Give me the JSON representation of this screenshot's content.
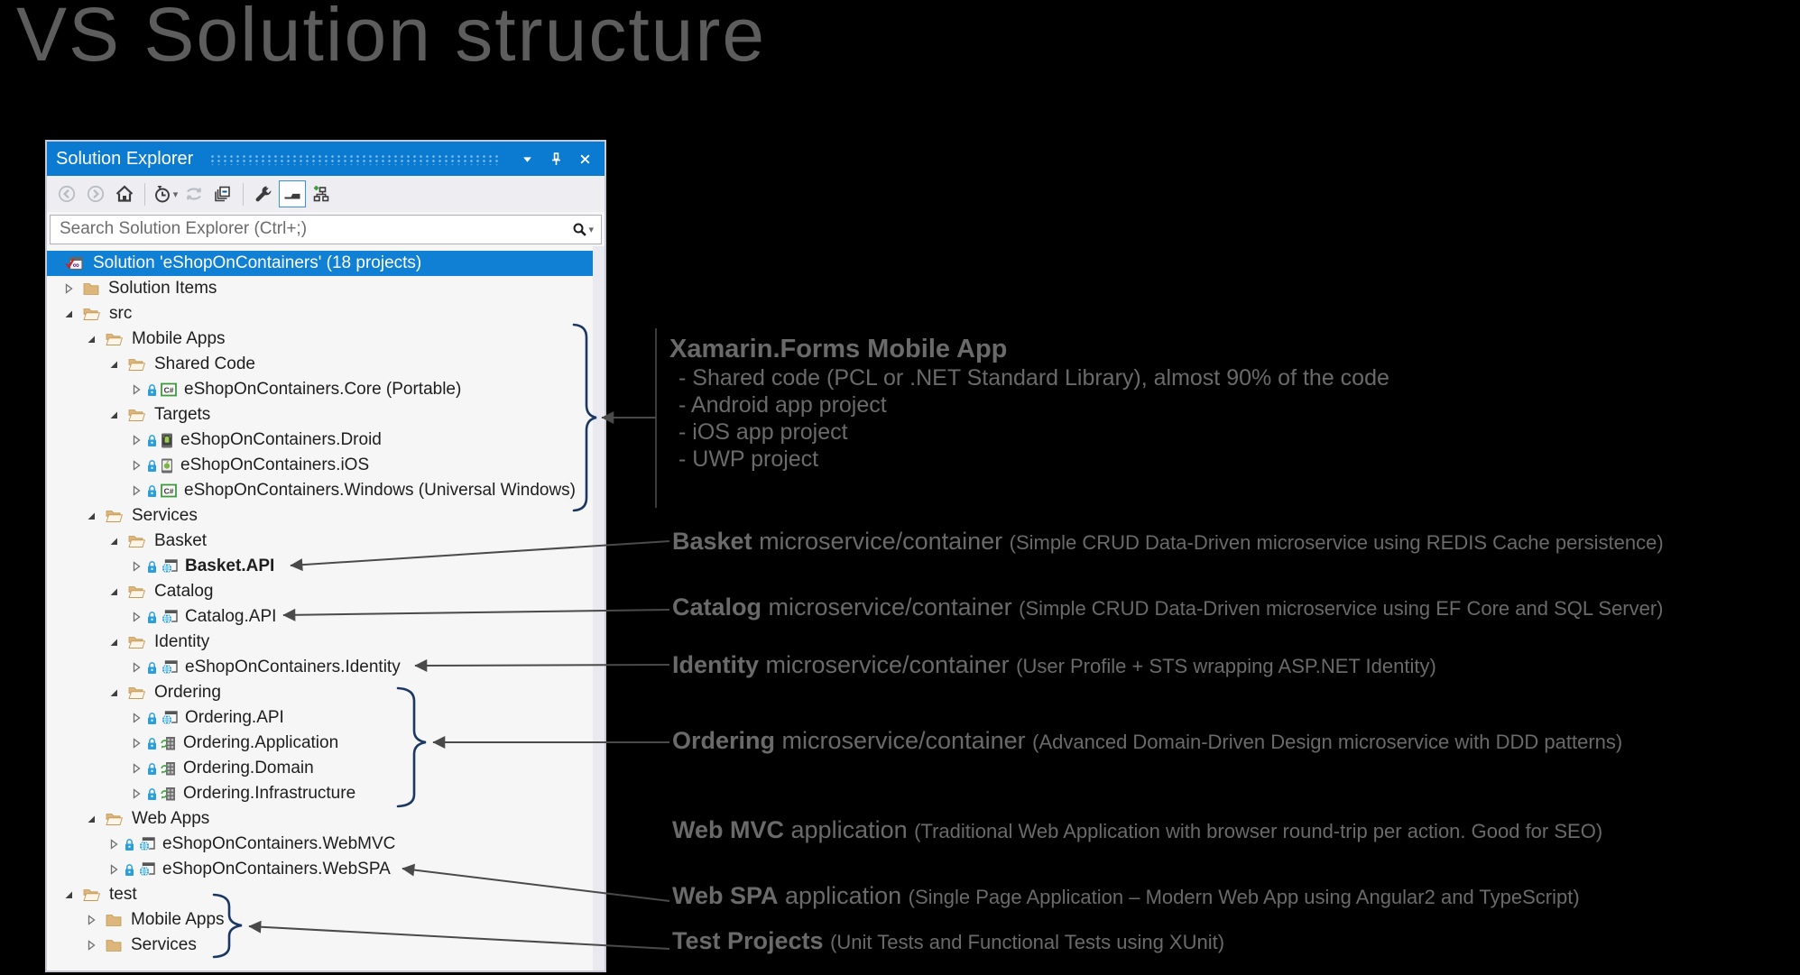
{
  "page_title": "VS Solution structure",
  "colors": {
    "titlebar": "#0b7ad1",
    "selection": "#1080d4",
    "folder": "#dcb67a",
    "annotation": "#6a6a6a",
    "brace": "#1b3763",
    "arrow": "#4a4a4a",
    "panel_bg": "#f6f6f6",
    "toolbar_bg": "#eeeef2"
  },
  "panel": {
    "title": "Solution Explorer",
    "titlebar_icons": [
      "chevron-down-icon",
      "pin-icon",
      "close-icon"
    ],
    "toolbar": [
      {
        "name": "back",
        "icon": "back",
        "disabled": true
      },
      {
        "name": "forward",
        "icon": "forward",
        "disabled": true
      },
      {
        "name": "home",
        "icon": "home"
      },
      {
        "sep": true
      },
      {
        "name": "pending-changes-filter",
        "icon": "clock",
        "dropdown": true
      },
      {
        "name": "sync-with-active-document",
        "icon": "sync",
        "disabled": true
      },
      {
        "name": "collapse-all",
        "icon": "collapse"
      },
      {
        "sep": true
      },
      {
        "name": "properties",
        "icon": "wrench"
      },
      {
        "name": "show-all-files",
        "icon": "showall",
        "selected": true
      },
      {
        "name": "new-diagram",
        "icon": "diagram"
      }
    ],
    "search": {
      "placeholder": "Search Solution Explorer (Ctrl+;)",
      "icons": [
        "search-icon",
        "caret-down-icon"
      ]
    },
    "tree": [
      {
        "label": "Solution 'eShopOnContainers' (18 projects)",
        "level": 0,
        "icon": "solution",
        "expander": "none",
        "selected": true
      },
      {
        "label": "Solution Items",
        "level": 1,
        "icon": "folder-closed",
        "expander": "collapsed"
      },
      {
        "label": "src",
        "level": 1,
        "icon": "folder-open",
        "expander": "expanded"
      },
      {
        "label": "Mobile Apps",
        "level": 2,
        "icon": "folder-open",
        "expander": "expanded"
      },
      {
        "label": "Shared Code",
        "level": 3,
        "icon": "folder-open",
        "expander": "expanded"
      },
      {
        "label": "eShopOnContainers.Core (Portable)",
        "level": 4,
        "icon": "csharp",
        "expander": "collapsed",
        "lock": true
      },
      {
        "label": "Targets",
        "level": 3,
        "icon": "folder-open",
        "expander": "expanded"
      },
      {
        "label": "eShopOnContainers.Droid",
        "level": 4,
        "icon": "droid",
        "expander": "collapsed",
        "lock": true
      },
      {
        "label": "eShopOnContainers.iOS",
        "level": 4,
        "icon": "ios",
        "expander": "collapsed",
        "lock": true
      },
      {
        "label": "eShopOnContainers.Windows (Universal Windows)",
        "level": 4,
        "icon": "csharp",
        "expander": "collapsed",
        "lock": true
      },
      {
        "label": "Services",
        "level": 2,
        "icon": "folder-open",
        "expander": "expanded"
      },
      {
        "label": "Basket",
        "level": 3,
        "icon": "folder-open",
        "expander": "expanded"
      },
      {
        "label": "Basket.API",
        "level": 4,
        "icon": "web",
        "expander": "collapsed",
        "lock": true,
        "bold": true
      },
      {
        "label": "Catalog",
        "level": 3,
        "icon": "folder-open",
        "expander": "expanded"
      },
      {
        "label": "Catalog.API",
        "level": 4,
        "icon": "web",
        "expander": "collapsed",
        "lock": true
      },
      {
        "label": "Identity",
        "level": 3,
        "icon": "folder-open",
        "expander": "expanded"
      },
      {
        "label": "eShopOnContainers.Identity",
        "level": 4,
        "icon": "web",
        "expander": "collapsed",
        "lock": true
      },
      {
        "label": "Ordering",
        "level": 3,
        "icon": "folder-open",
        "expander": "expanded"
      },
      {
        "label": "Ordering.API",
        "level": 4,
        "icon": "web",
        "expander": "collapsed",
        "lock": true
      },
      {
        "label": "Ordering.Application",
        "level": 4,
        "icon": "lib",
        "expander": "collapsed",
        "lock": true
      },
      {
        "label": "Ordering.Domain",
        "level": 4,
        "icon": "lib",
        "expander": "collapsed",
        "lock": true
      },
      {
        "label": "Ordering.Infrastructure",
        "level": 4,
        "icon": "lib",
        "expander": "collapsed",
        "lock": true
      },
      {
        "label": "Web Apps",
        "level": 2,
        "icon": "folder-open",
        "expander": "expanded"
      },
      {
        "label": "eShopOnContainers.WebMVC",
        "level": 3,
        "icon": "web",
        "expander": "collapsed",
        "lock": true
      },
      {
        "label": "eShopOnContainers.WebSPA",
        "level": 3,
        "icon": "web",
        "expander": "collapsed",
        "lock": true
      },
      {
        "label": "test",
        "level": 1,
        "icon": "folder-open",
        "expander": "expanded"
      },
      {
        "label": "Mobile Apps",
        "level": 2,
        "icon": "folder-closed",
        "expander": "collapsed"
      },
      {
        "label": "Services",
        "level": 2,
        "icon": "folder-closed",
        "expander": "collapsed"
      }
    ]
  },
  "annotations": [
    {
      "id": "xamarin",
      "heading": "Xamarin.Forms Mobile App",
      "bullets": [
        "- Shared code (PCL or .NET Standard Library), almost 90% of the code",
        "- Android app project",
        "- iOS app project",
        "- UWP project"
      ]
    },
    {
      "id": "basket",
      "bold": "Basket",
      "mid": "microservice/container",
      "paren": "(Simple CRUD Data-Driven microservice using REDIS Cache persistence)"
    },
    {
      "id": "catalog",
      "bold": "Catalog",
      "mid": "microservice/container",
      "paren": "(Simple CRUD Data-Driven microservice using EF Core and SQL Server)"
    },
    {
      "id": "identity",
      "bold": "Identity",
      "mid": "microservice/container",
      "paren": "(User Profile + STS wrapping ASP.NET Identity)"
    },
    {
      "id": "ordering",
      "bold": "Ordering",
      "mid": "microservice/container",
      "paren": "(Advanced Domain-Driven Design microservice with DDD patterns)"
    },
    {
      "id": "webmvc",
      "bold": "Web MVC",
      "mid": "application",
      "paren": "(Traditional Web Application with browser round-trip per action. Good for SEO)"
    },
    {
      "id": "webspa",
      "bold": "Web SPA",
      "mid": "application",
      "paren": "(Single Page Application – Modern Web App using Angular2 and TypeScript)"
    },
    {
      "id": "test",
      "bold": "Test Projects",
      "mid": "",
      "paren": "(Unit Tests and Functional Tests using XUnit)"
    }
  ]
}
